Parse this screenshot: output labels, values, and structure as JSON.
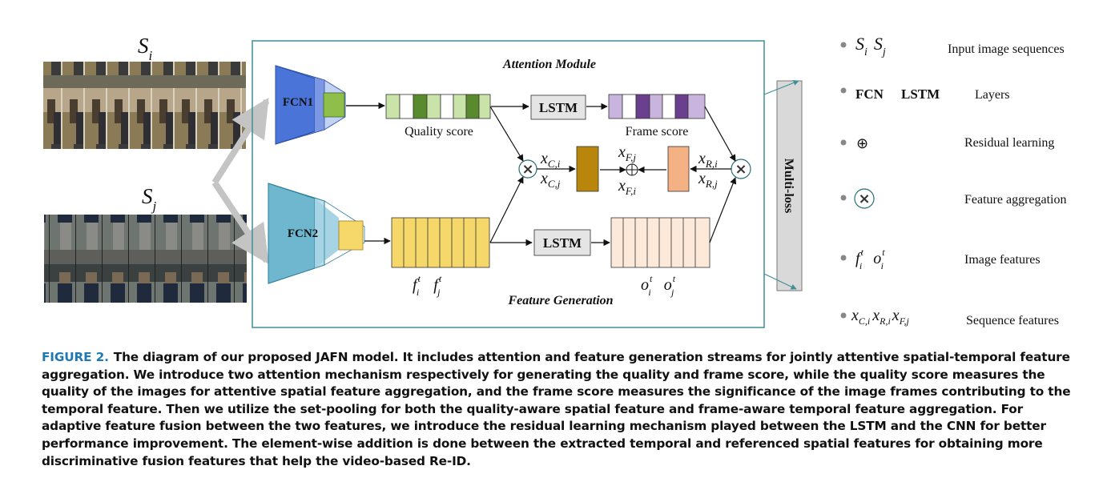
{
  "diagram": {
    "input_labels": [
      "S",
      "S"
    ],
    "input_subs": [
      "i",
      "j"
    ],
    "module_titles": {
      "attention": "Attention Module",
      "feature": "Feature Generation"
    },
    "blocks": {
      "fcn1": "FCN1",
      "fcn2": "FCN2",
      "lstm_top": "LSTM",
      "lstm_bottom": "LSTM",
      "multiloss": "Multi-loss"
    },
    "score_labels": {
      "quality": "Quality score",
      "frame": "Frame score"
    },
    "symbols": {
      "times": "×",
      "oplus": "⊕"
    },
    "math": {
      "x": "x",
      "f": "f",
      "o": "o",
      "t": "t",
      "ci": "C,i",
      "cj": "C,j",
      "fj": "F,j",
      "fi": "F,i",
      "ri": "R,i",
      "rj": "R,j",
      "i": "i",
      "j": "j"
    }
  },
  "legend": [
    {
      "descr": "Input image sequences"
    },
    {
      "terms": [
        "FCN",
        "LSTM"
      ],
      "descr": "Layers"
    },
    {
      "descr": "Residual learning"
    },
    {
      "descr": "Feature aggregation"
    },
    {
      "descr": "Image features"
    },
    {
      "descr": "Sequence features"
    }
  ],
  "caption": {
    "label": "FIGURE 2.",
    "text": "The diagram of our proposed JAFN model. It includes attention and feature generation streams for jointly attentive spatial-temporal feature aggregation. We introduce two attention mechanism respectively for generating the quality and frame score, while the quality score measures the quality of the images for attentive spatial feature aggregation, and the frame score measures the significance of the image frames contributing to the temporal feature. Then we utilize the set-pooling for both the quality-aware spatial feature and frame-aware temporal feature aggregation. For adaptive feature fusion between the two features, we introduce the residual learning mechanism played between the LSTM and the CNN for better performance improvement. The element-wise addition is done between the extracted temporal and referenced spatial features for obtaining more discriminative fusion features that help the video-based Re-ID."
  },
  "colors": {
    "module_border": "#3f8f95",
    "fcn1": "#4a74d8",
    "fcn2": "#6fb7cf",
    "quality_dark": "#5a8a2e",
    "quality_light": "#c9e3a8",
    "frame_dark": "#6a3f8e",
    "frame_light": "#c8b4dc",
    "feature_yellow": "#f5d76a",
    "temporal_peach": "#fde9d9",
    "agg_left": "#b8860b",
    "agg_right": "#f4b183",
    "lstm_fill": "#e5e5e5",
    "caption_blue": "#1f78b4"
  }
}
